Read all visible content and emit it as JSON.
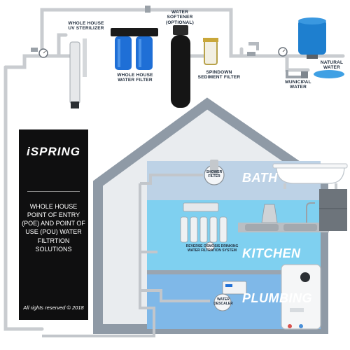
{
  "labels": {
    "uv_sterilizer": "WHOLE HOUSE\nUV STERILIZER",
    "water_softener": "WATER\nSOFTENER\n(OPTIONAL)",
    "whole_house_filter": "WHOLE HOUSE\nWATER FILTER",
    "spindown_filter": "SPINDOWN\nSEDIMENT FILTER",
    "municipal_water": "MUNICIPAL\nWATER",
    "natural_water": "NATURAL\nWATER"
  },
  "callouts": {
    "shower_filter": "SHOWER\nFILTER",
    "ro_system": "REVERSE OSMOSIS DRINKING\nWATER FILTRATION SYSTEM",
    "water_descaler": "WATER\nDESCALER"
  },
  "rooms": {
    "bath": "BATH",
    "kitchen": "KITCHEN",
    "plumbing": "PLUMBING"
  },
  "brand": {
    "logo": "iSPRING",
    "description": "WHOLE HOUSE POINT OF ENTRY (POE) AND POINT OF USE (POU) WATER FILTRTION SOLUTIONS",
    "copyright": "All rights reserved © 2018"
  },
  "colors": {
    "pipe": "#c9ccd0",
    "filter_blue": "#1f6fd6",
    "tank_blue": "#1e7fcf",
    "house_wall": "#8f9aa6",
    "bath_band": "#bdd2e6",
    "kitchen_band": "#7fd0f0",
    "plumbing_band": "#7fb8e8",
    "panel": "#0f0f10"
  }
}
